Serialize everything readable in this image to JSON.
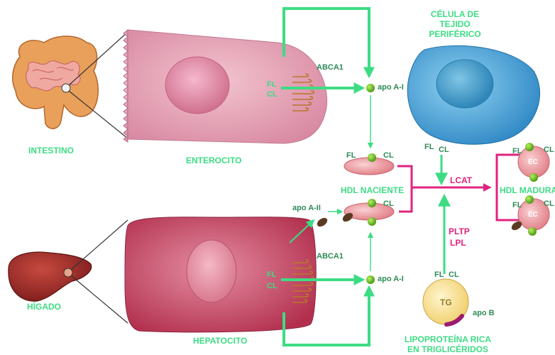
{
  "labels": {
    "intestino": "INTESTINO",
    "enterocito": "ENTEROCITO",
    "higado": "HÍGADO",
    "hepatocito": "HEPATOCITO",
    "celula_l1": "CÉLULA DE",
    "celula_l2": "TEJIDO",
    "celula_l3": "PERIFÉRICO",
    "abca1_top": "ABCA1",
    "abca1_bottom": "ABCA1",
    "fl_ent": "FL",
    "cl_ent": "CL",
    "fl_hep": "FL",
    "cl_hep": "CL",
    "apoa1_top": "apo A-I",
    "apoa1_bottom": "apo A-I",
    "apoa2": "apo A-II",
    "fl_nac1": "FL",
    "cl_nac1": "CL",
    "cl_nac2": "CL",
    "hdl_naciente": "HDL NACIENTE",
    "fl_cel": "FL",
    "cl_cel": "CL",
    "lcat": "LCAT",
    "hdl_madura": "HDL MADURA",
    "ec1": "EC",
    "ec2": "EC",
    "fl_mad1": "FL",
    "cl_mad1": "CL",
    "fl_mad2": "FL",
    "cl_mad2": "CL",
    "pltp": "PLTP",
    "lpl": "LPL",
    "fl_tg": "FL",
    "cl_tg": "CL",
    "tg": "TG",
    "apob": "apo B",
    "lipo_l1": "LIPOPROTEÍNA RICA",
    "lipo_l2": "EN TRIGLICÉRIDOS"
  },
  "colors": {
    "green_arrow": "#3ddc84",
    "magenta_arrow": "#e0237e",
    "label_green": "#3ddc84",
    "enterocyte": "#e8a2b4",
    "hepatocyte": "#c94a66",
    "peripheral_cell": "#3e9fd6",
    "hdl_particle": "#f2a0a4",
    "tg_particle": "#fbe6a0",
    "apo_a1": "#7cc52a",
    "apo_a2": "#5a3a22"
  }
}
